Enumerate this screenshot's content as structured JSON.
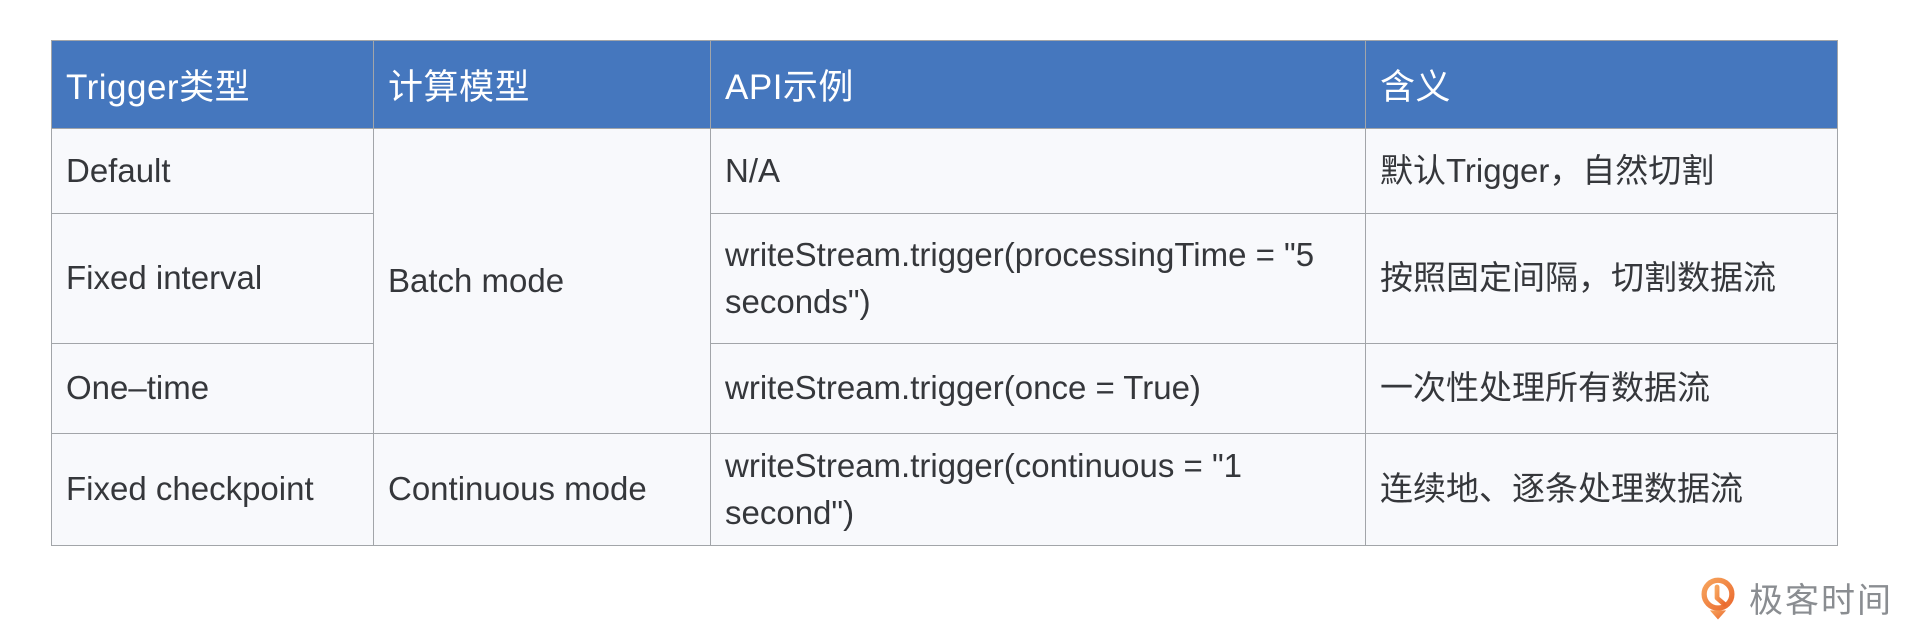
{
  "table": {
    "headers": [
      "Trigger类型",
      "计算模型",
      "API示例",
      "含义"
    ],
    "batch_mode_cell": "Batch mode",
    "rows": [
      {
        "trigger": "Default",
        "api": "N/A",
        "meaning": "默认Trigger，自然切割"
      },
      {
        "trigger": "Fixed interval",
        "api": "writeStream.trigger(processingTime = \"5 seconds\")",
        "meaning": "按照固定间隔，切割数据流"
      },
      {
        "trigger": "One–time",
        "api": "writeStream.trigger(once = True)",
        "meaning": "一次性处理所有数据流"
      },
      {
        "trigger": "Fixed checkpoint",
        "model": "Continuous mode",
        "api": "writeStream.trigger(continuous = \"1 second\")",
        "meaning": "连续地、逐条处理数据流"
      }
    ]
  },
  "logo": {
    "text": "极客时间"
  },
  "colors": {
    "header_bg": "#4577BE",
    "header_text": "#FFFFFF",
    "row_bg": "#F8F9FC",
    "body_text": "#35373B",
    "border": "#A2A5A9",
    "logo_orange": "#ED6C2F",
    "logo_text_gray": "#8A8D91"
  }
}
